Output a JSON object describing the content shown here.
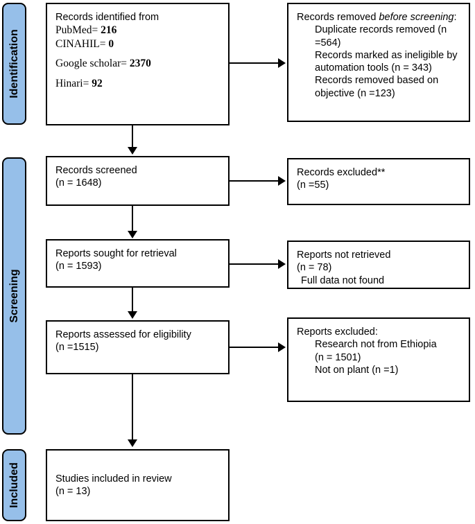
{
  "stages": [
    {
      "id": "identification",
      "label": "Identification"
    },
    {
      "id": "screening",
      "label": "Screening"
    },
    {
      "id": "included",
      "label": "Included"
    }
  ],
  "boxes": {
    "identified": {
      "heading": "Records identified from",
      "line_pubmed_label": "PubMed= ",
      "line_pubmed_value": "216",
      "line_cinahil_label": "CINAHIL= ",
      "line_cinahil_value": "0",
      "line_google_label": "Google scholar= ",
      "line_google_value": "2370",
      "line_hinari_label": "Hinari= ",
      "line_hinari_value": "92"
    },
    "removed_before_screening": {
      "heading_plain": "Records removed ",
      "heading_italic": "before screening",
      "heading_colon": ":",
      "item1": "Duplicate records removed (n =564)",
      "item2": "Records marked as ineligible by automation tools (n = 343)",
      "item3": "Records removed based on objective (n =123)"
    },
    "records_screened": {
      "line1": "Records screened",
      "line2": "(n = 1648)"
    },
    "records_excluded": {
      "line1": "Records excluded**",
      "line2": "(n =55)"
    },
    "reports_sought": {
      "line1": "Reports sought for retrieval",
      "line2": "(n = 1593)"
    },
    "reports_not_retrieved": {
      "line1": "Reports not retrieved",
      "line2": "(n = 78)",
      "line3": "Full data not found"
    },
    "reports_assessed": {
      "line1": "Reports assessed for eligibility",
      "line2": "(n =1515)"
    },
    "reports_excluded": {
      "heading": "Reports excluded:",
      "item1": "Research not from Ethiopia",
      "item2": "(n = 1501)",
      "item3": "Not on plant (n =1)"
    },
    "studies_included": {
      "line1": "Studies included in review",
      "line2": "(n = 13)"
    }
  },
  "colors": {
    "stage_bar_fill": "#96bfe9",
    "stroke": "#000000",
    "box_fill": "#ffffff"
  }
}
